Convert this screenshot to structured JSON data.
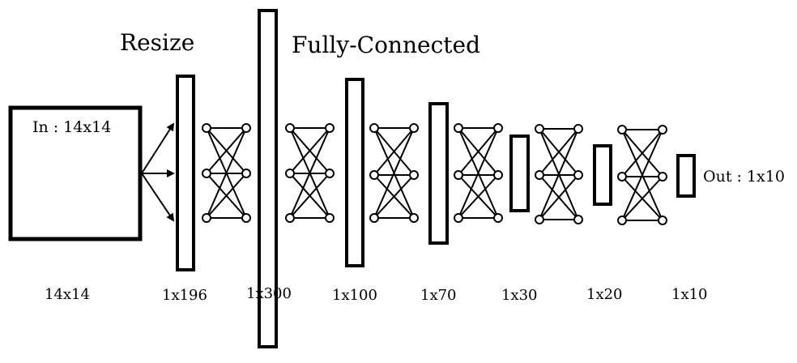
{
  "labels": {
    "resize": "Resize",
    "fully_connected": "Fully-Connected",
    "input": "In : 14x14",
    "output": "Out : 1x10"
  },
  "layers": [
    {
      "id": "input",
      "size": "14x14"
    },
    {
      "id": "resize",
      "size": "1x196"
    },
    {
      "id": "fc1",
      "size": "1x300"
    },
    {
      "id": "fc2",
      "size": "1x100"
    },
    {
      "id": "fc3",
      "size": "1x70"
    },
    {
      "id": "fc4",
      "size": "1x30"
    },
    {
      "id": "fc5",
      "size": "1x20"
    },
    {
      "id": "output",
      "size": "1x10"
    }
  ]
}
